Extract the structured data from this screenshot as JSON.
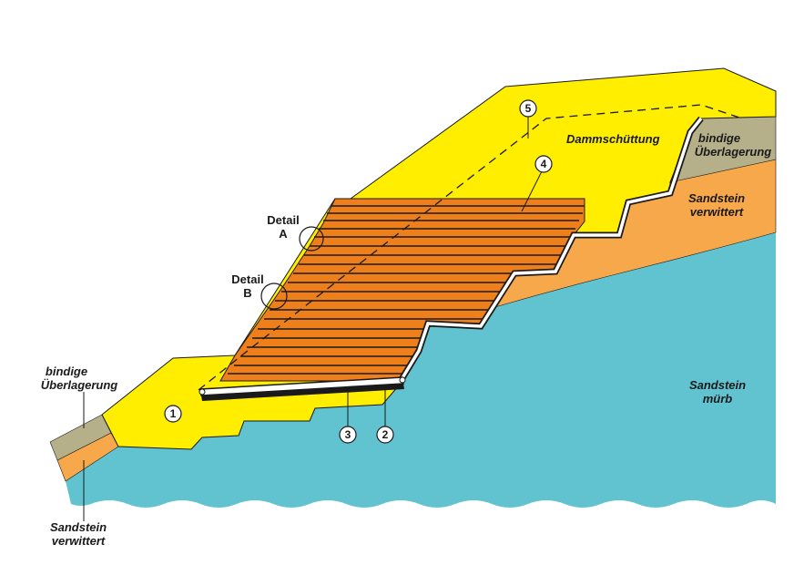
{
  "labels": {
    "dammschuettung": "Dammschüttung",
    "bindige_right_1": "bindige",
    "bindige_right_2": "Überlagerung",
    "sandstein_verw_right_1": "Sandstein",
    "sandstein_verw_right_2": "verwittert",
    "sandstein_muerb_1": "Sandstein",
    "sandstein_muerb_2": "mürb",
    "bindige_left_1": "bindige",
    "bindige_left_2": "Überlagerung",
    "sandstein_verw_left_1": "Sandstein",
    "sandstein_verw_left_2": "verwittert",
    "detail_a_1": "Detail",
    "detail_a_2": "A",
    "detail_b_1": "Detail",
    "detail_b_2": "B"
  },
  "markers": {
    "m1": "1",
    "m2": "2",
    "m3": "3",
    "m4": "4",
    "m5": "5"
  },
  "colors": {
    "fill_yellow": "#ffee00",
    "soil_olive": "#b5b08a",
    "weathered_orange": "#f7a84b",
    "rock_cyan": "#62c3d0",
    "geogrid_orange": "#ef7f1a",
    "outline": "#1a1a1a"
  }
}
